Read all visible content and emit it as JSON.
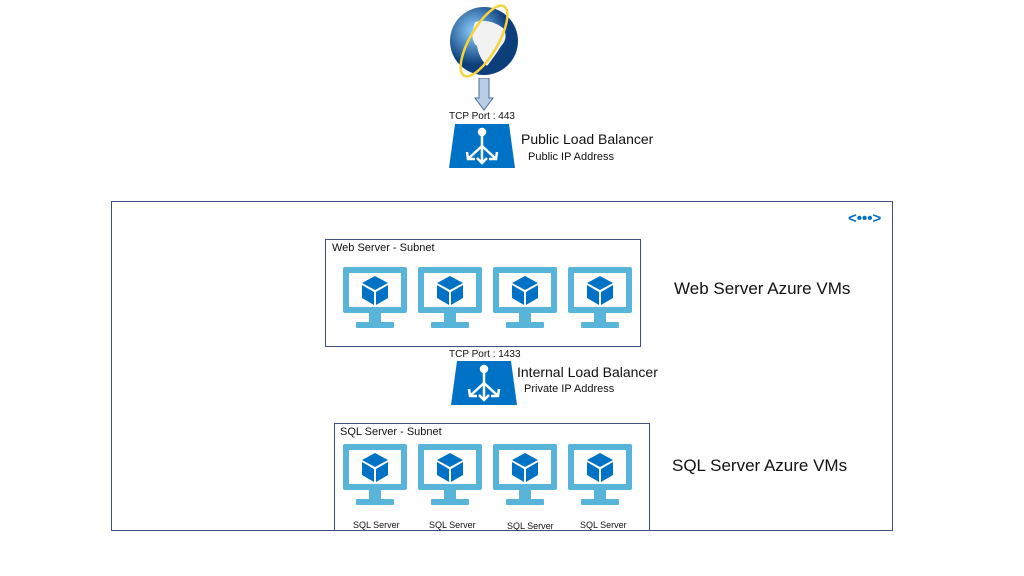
{
  "internet": {
    "icon": "globe-icon",
    "arrow": "down-arrow-icon"
  },
  "public_lb": {
    "port_label": "TCP Port : 443",
    "title": "Public Load Balancer",
    "subtitle": "Public IP Address",
    "icon": "load-balancer-icon"
  },
  "vnet": {
    "icon": "virtual-network-icon"
  },
  "web_subnet": {
    "label": "Web Server - Subnet",
    "vm_count": 4,
    "caption": "Web Server Azure VMs"
  },
  "internal_lb": {
    "port_label": "TCP Port : 1433",
    "title": "Internal Load Balancer",
    "subtitle": "Private IP Address"
  },
  "sql_subnet": {
    "label": "SQL Server - Subnet",
    "vm_count": 4,
    "caption": "SQL Server Azure VMs",
    "logo_text": "SQL Server"
  },
  "colors": {
    "azure_blue": "#0072C6",
    "monitor_blue": "#59B4D9",
    "border": "#3f4f7f"
  }
}
